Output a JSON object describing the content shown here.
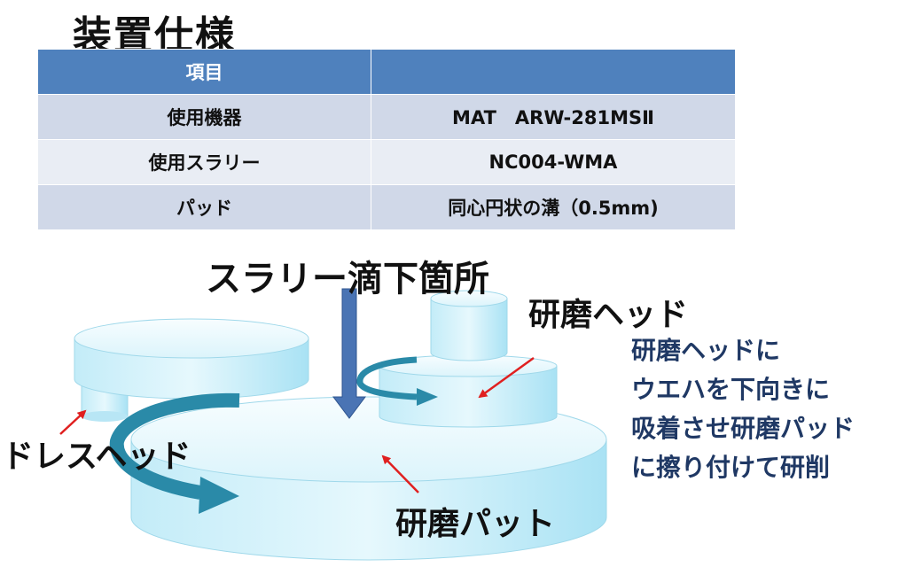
{
  "title": "装置仕様",
  "table": {
    "header": [
      "項目",
      ""
    ],
    "rows": [
      [
        "使用機器",
        "MAT　ARW-281MSⅡ"
      ],
      [
        "使用スラリー",
        "NC004-WMA"
      ],
      [
        "パッド",
        "同心円状の溝（0.5mm)"
      ]
    ]
  },
  "diagram": {
    "slurry_label": "スラリー滴下箇所",
    "head_label": "研磨ヘッド",
    "dress_label": "ドレスヘッド",
    "pad_label": "研磨パット",
    "note_lines": [
      "研磨ヘッドに",
      "ウエハを下向きに",
      "吸着させ研磨パッド",
      "に擦り付けて研削"
    ],
    "colors": {
      "pad_light": "#eefafd",
      "pad_dark": "#a9e2f4",
      "flow_arrow": "#2a8aa8",
      "drip_arrow": "#4a74b4",
      "pointer": "#e02020",
      "note_text": "#1f3864"
    }
  }
}
